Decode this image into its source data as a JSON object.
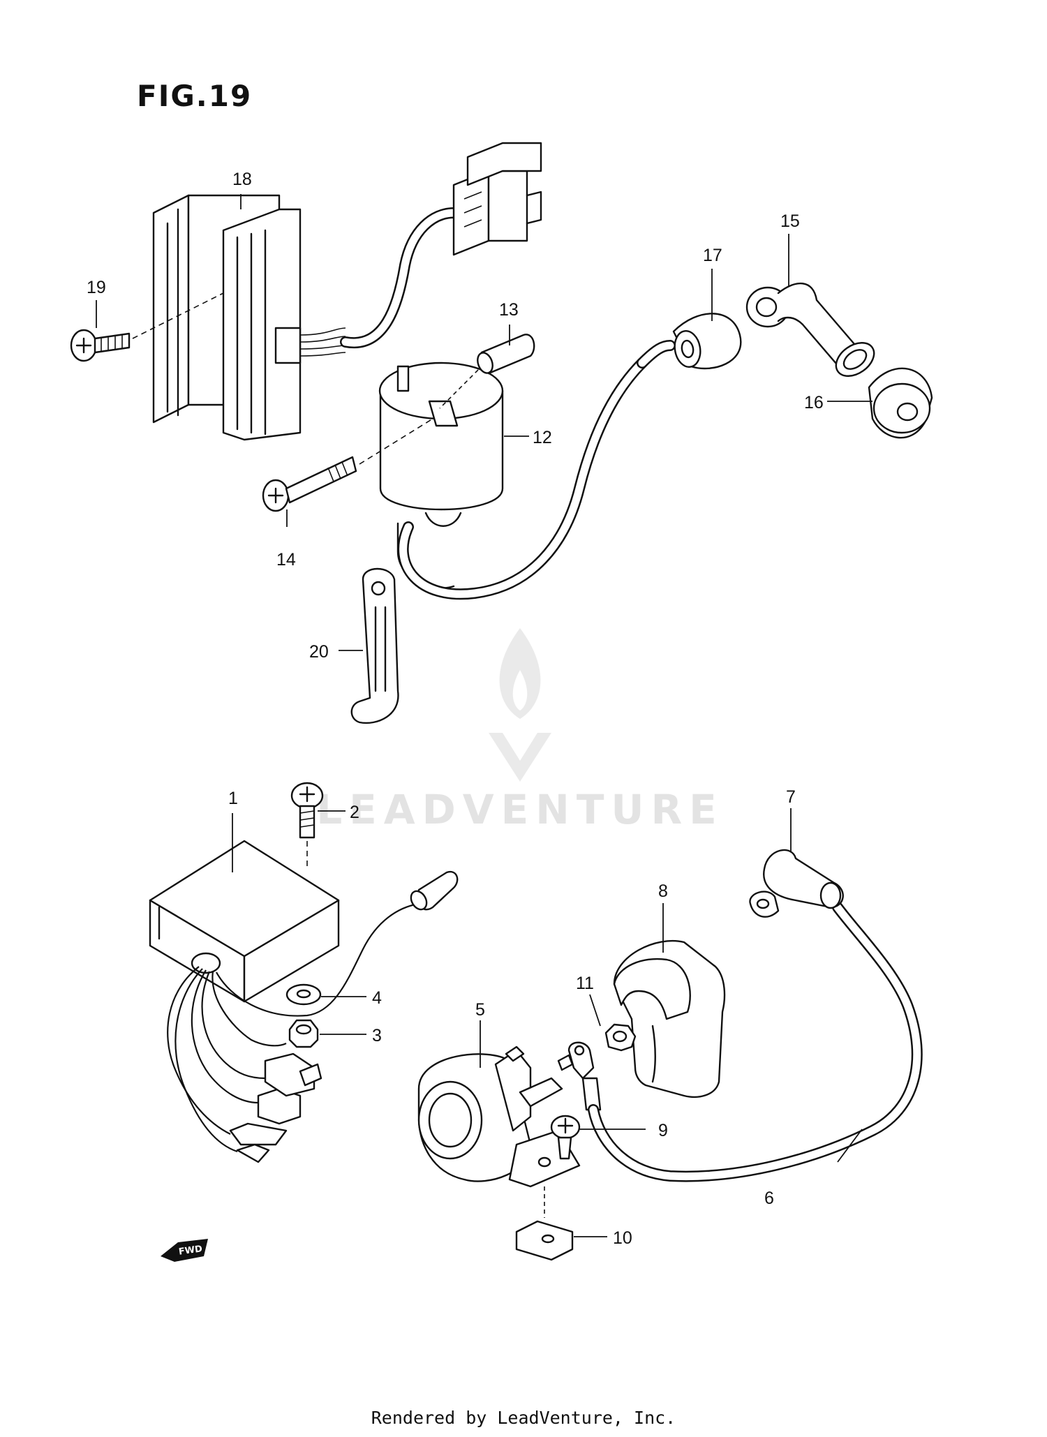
{
  "figure": {
    "title": "FIG.19"
  },
  "callouts": [
    {
      "id": "1",
      "label": "1"
    },
    {
      "id": "2",
      "label": "2"
    },
    {
      "id": "3",
      "label": "3"
    },
    {
      "id": "4",
      "label": "4"
    },
    {
      "id": "5",
      "label": "5"
    },
    {
      "id": "6",
      "label": "6"
    },
    {
      "id": "7",
      "label": "7"
    },
    {
      "id": "8",
      "label": "8"
    },
    {
      "id": "9",
      "label": "9"
    },
    {
      "id": "10",
      "label": "10"
    },
    {
      "id": "11",
      "label": "11"
    },
    {
      "id": "12",
      "label": "12"
    },
    {
      "id": "13",
      "label": "13"
    },
    {
      "id": "14",
      "label": "14"
    },
    {
      "id": "15",
      "label": "15"
    },
    {
      "id": "16",
      "label": "16"
    },
    {
      "id": "17",
      "label": "17"
    },
    {
      "id": "18",
      "label": "18"
    },
    {
      "id": "19",
      "label": "19"
    },
    {
      "id": "20",
      "label": "20"
    }
  ],
  "watermark": {
    "text": "LEADVENTURE"
  },
  "direction_marker": {
    "text": "FWD"
  },
  "footer": {
    "text": "Rendered by LeadVenture, Inc."
  },
  "colors": {
    "ink": "#111111",
    "background": "#ffffff",
    "watermark": "#e3e3e3"
  }
}
